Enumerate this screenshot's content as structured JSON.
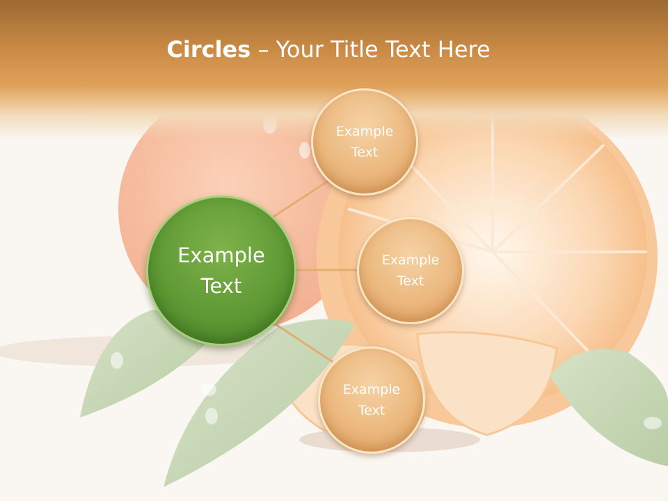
{
  "title": {
    "bold": "Circles",
    "rest": " – Your Title Text Here"
  },
  "center_node": {
    "label": "Example Text"
  },
  "nodes": [
    {
      "label": "Example Text"
    },
    {
      "label": "Example Text"
    },
    {
      "label": "Example Text"
    }
  ],
  "colors": {
    "header_brown": "#c98a45",
    "center_green": "#5f9a35",
    "node_peach": "#ebb87e",
    "connector": "#e2ad72"
  }
}
